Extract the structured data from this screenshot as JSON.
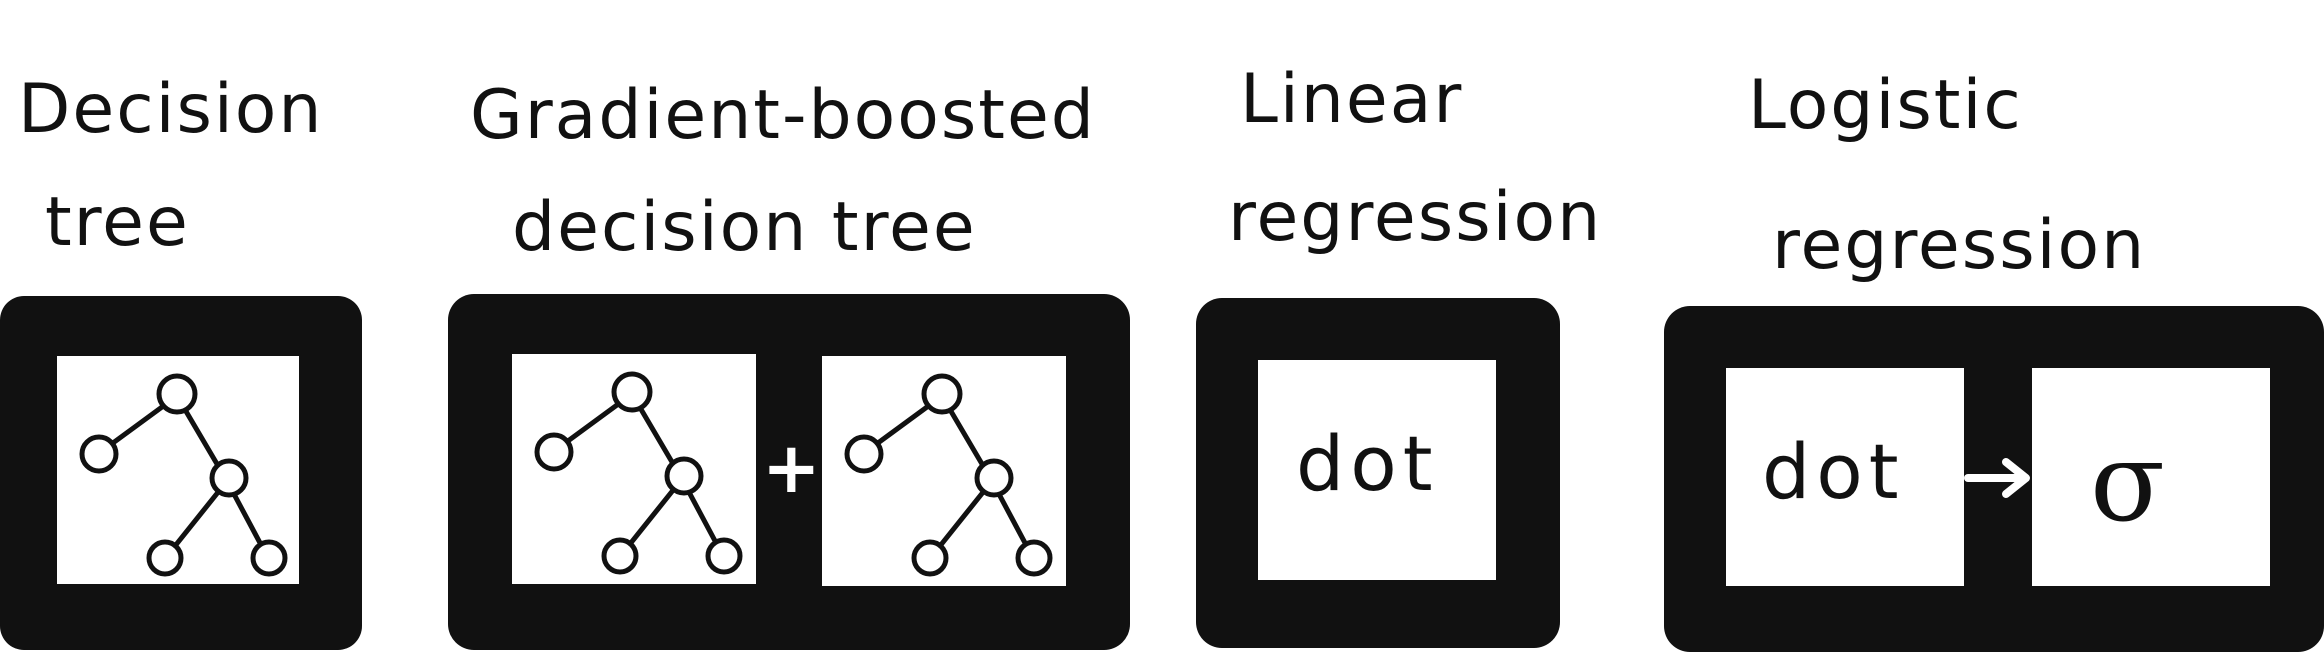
{
  "models": [
    {
      "id": "decision-tree",
      "label_line1": "Decision",
      "label_line2": "tree",
      "inner": [
        "tree-diagram"
      ]
    },
    {
      "id": "gradient-boosted",
      "label_line1": "Gradient-boosted",
      "label_line2": "decision tree",
      "inner": [
        "tree-diagram",
        "tree-diagram"
      ],
      "combine_symbol": "+"
    },
    {
      "id": "linear-regression",
      "label_line1": "Linear",
      "label_line2": "regression",
      "inner_text": "dot"
    },
    {
      "id": "logistic-regression",
      "label_line1": "Logistic",
      "label_line2": "regression",
      "inner_text": "dot",
      "activation_symbol": "σ",
      "arrow": "right-arrow-icon"
    }
  ],
  "colors": {
    "frame": "#111111",
    "inner_fill": "#ffffff",
    "ink": "#111111"
  }
}
